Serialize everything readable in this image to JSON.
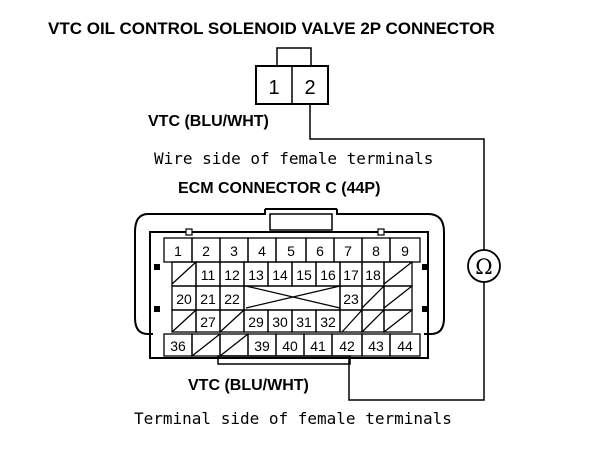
{
  "title": "VTC OIL CONTROL SOLENOID VALVE 2P CONNECTOR",
  "solenoid_connector": {
    "pins": [
      "1",
      "2"
    ]
  },
  "vtc_label_top": "VTC (BLU/WHT)",
  "wire_side_label": "Wire side of female terminals",
  "ecm_connector_title": "ECM CONNECTOR C (44P)",
  "ecm_connector": {
    "row1": [
      "1",
      "2",
      "3",
      "4",
      "5",
      "6",
      "7",
      "8",
      "9"
    ],
    "row2": [
      "11",
      "12",
      "13",
      "14",
      "15",
      "16",
      "17",
      "18"
    ],
    "row3": [
      "20",
      "21",
      "22",
      "23"
    ],
    "row4": [
      "27",
      "29",
      "30",
      "31",
      "32"
    ],
    "row5": [
      "36",
      "39",
      "40",
      "41",
      "42",
      "43",
      "44"
    ]
  },
  "ohmmeter_symbol": "Ω",
  "vtc_label_bottom": "VTC (BLU/WHT)",
  "terminal_side_label": "Terminal side of female terminals"
}
